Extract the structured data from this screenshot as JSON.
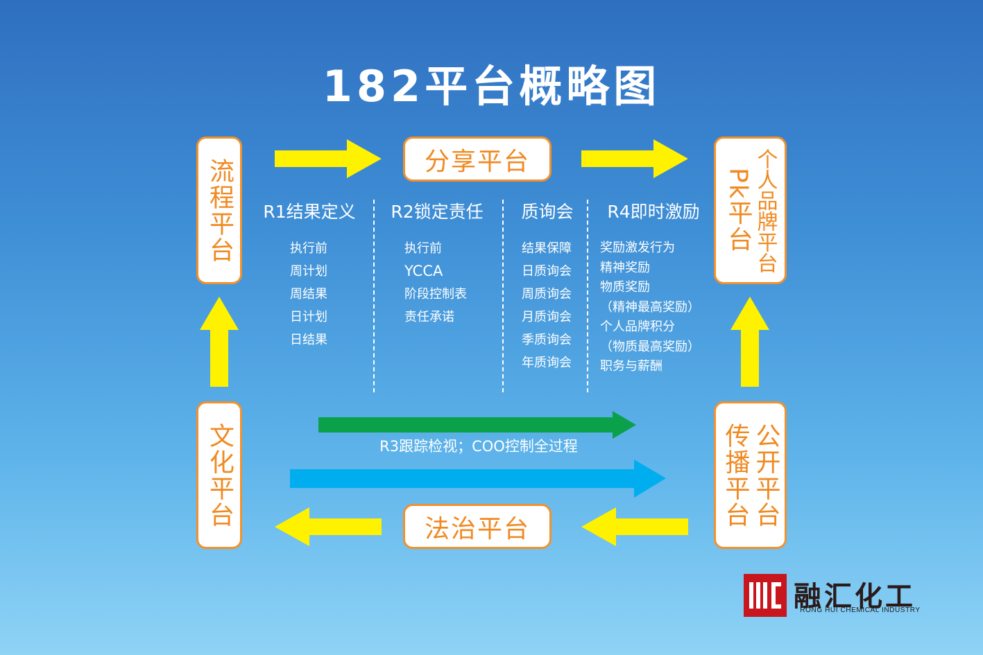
{
  "title": "182平台概略图",
  "boxes": {
    "top_left": "流程平台",
    "top_center": "分享平台",
    "top_right_a": "Pk平台",
    "top_right_b": "个人品牌平台",
    "bottom_left": "文化平台",
    "bottom_center": "法治平台",
    "bottom_right_a": "传播平台",
    "bottom_right_b": "公开平台"
  },
  "columns": [
    {
      "heading": "R1结果定义",
      "items": [
        "执行前",
        "周计划",
        "周结果",
        "日计划",
        "日结果"
      ]
    },
    {
      "heading": "R2锁定责任",
      "items": [
        "执行前",
        "YCCA",
        "阶段控制表",
        "责任承诺"
      ]
    },
    {
      "heading": "质询会",
      "items": [
        "结果保障",
        "日质询会",
        "周质询会",
        "月质询会",
        "季质询会",
        "年质询会"
      ]
    },
    {
      "heading": "R4即时激励",
      "items": [
        "奖励激发行为",
        "精神奖励",
        "物质奖励",
        "（精神最高奖励）",
        "个人品牌积分",
        "（物质最高奖励）",
        "职务与薪酬"
      ]
    }
  ],
  "r3_label": "R3跟踪检视；COO控制全过程",
  "logo": {
    "cn": "融汇化工",
    "en": "RONG HUI CHEMICAL INDUSTRY"
  },
  "colors": {
    "box_border": "#f2912c",
    "box_text": "#f08a22",
    "arrow_yellow": "#fff200",
    "arrow_green": "#0aa14a",
    "arrow_blue": "#00aeef",
    "logo_red": "#c8161e"
  }
}
